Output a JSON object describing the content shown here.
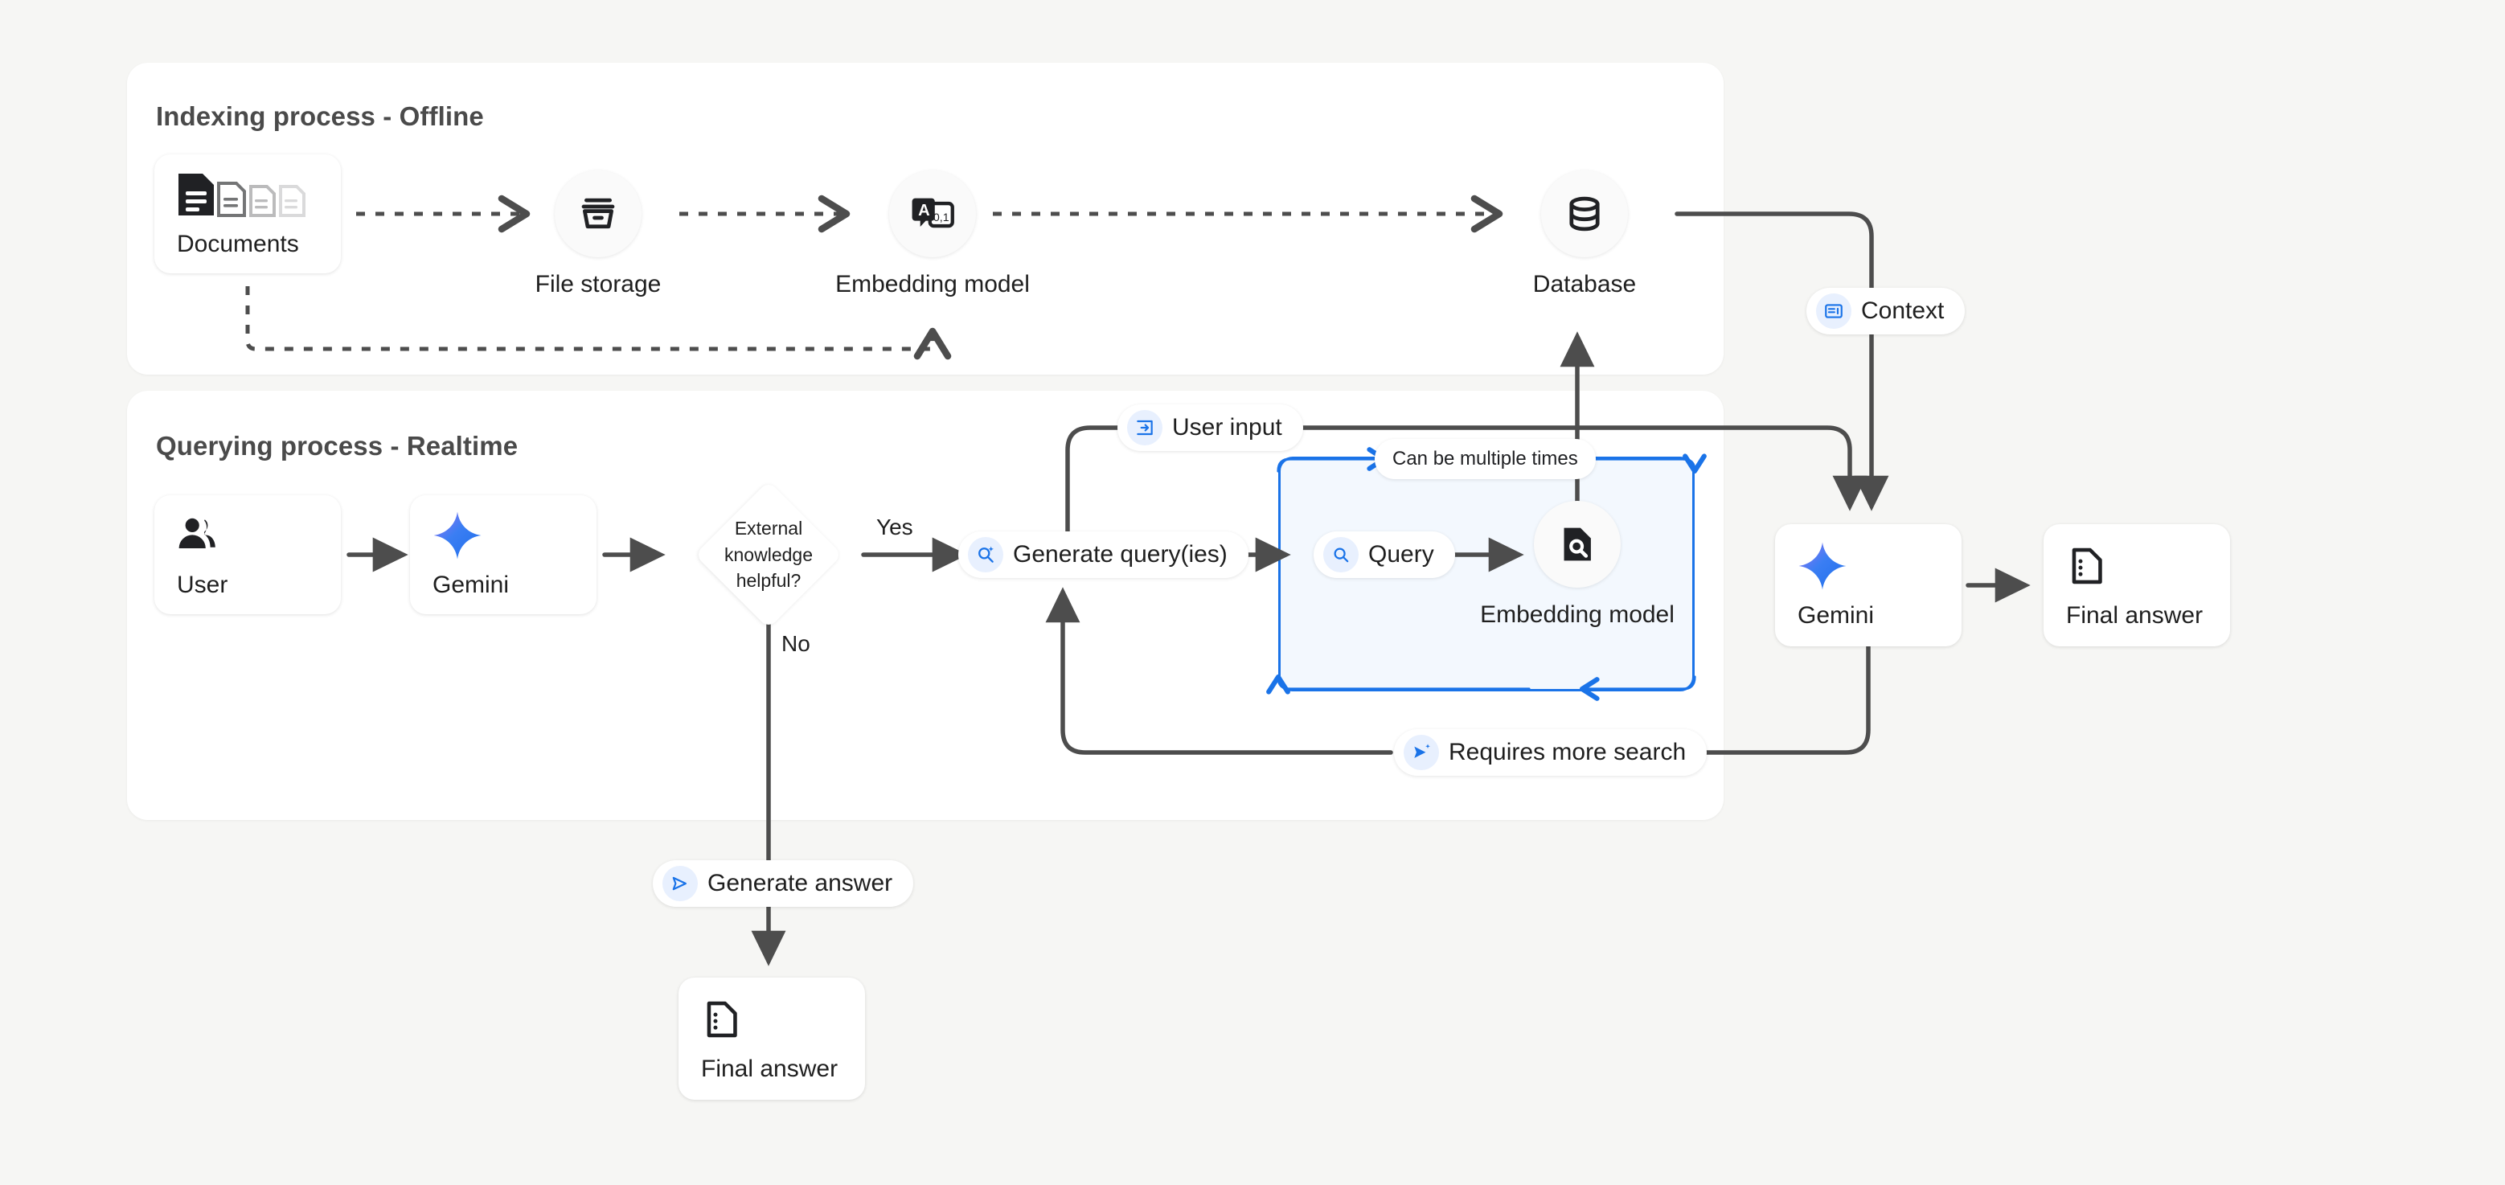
{
  "diagram": {
    "title": "RAG indexing and querying process flow",
    "background_color": "#f6f6f4",
    "accent_color": "#1a73e8",
    "line_color": "#4d4d4d"
  },
  "panels": [
    {
      "id": "indexing",
      "title": "Indexing process - Offline"
    },
    {
      "id": "querying",
      "title": "Querying process - Realtime"
    }
  ],
  "indexing": {
    "documents": {
      "label": "Documents",
      "icon": "documents-icon"
    },
    "file_storage": {
      "label": "File storage",
      "icon": "archive-icon"
    },
    "embedding_model": {
      "label": "Embedding model",
      "icon": "translate-embedding-icon"
    },
    "database": {
      "label": "Database",
      "icon": "database-icon"
    }
  },
  "querying": {
    "user": {
      "label": "User",
      "icon": "user-group-icon"
    },
    "gemini": {
      "label": "Gemini",
      "icon": "gemini-sparkle-icon"
    },
    "decision": {
      "label": "External knowledge helpful?",
      "yes_label": "Yes",
      "no_label": "No"
    },
    "generate_queries": {
      "label": "Generate query(ies)",
      "icon": "search-sparkle-icon"
    },
    "query": {
      "label": "Query",
      "icon": "search-icon"
    },
    "embedding_model": {
      "label": "Embedding model",
      "icon": "document-search-icon"
    },
    "loop_note": {
      "label": "Can be multiple times"
    },
    "requires_more_search": {
      "label": "Requires more search",
      "icon": "send-sparkle-icon"
    },
    "user_input": {
      "label": "User input",
      "icon": "input-arrow-icon"
    },
    "context": {
      "label": "Context",
      "icon": "panel-context-icon"
    },
    "generate_answer": {
      "label": "Generate answer",
      "icon": "send-icon"
    },
    "gemini_final": {
      "label": "Gemini",
      "icon": "gemini-sparkle-icon"
    },
    "final_answer_right": {
      "label": "Final answer",
      "icon": "answer-document-icon"
    },
    "final_answer_bottom": {
      "label": "Final answer",
      "icon": "answer-document-icon"
    }
  }
}
